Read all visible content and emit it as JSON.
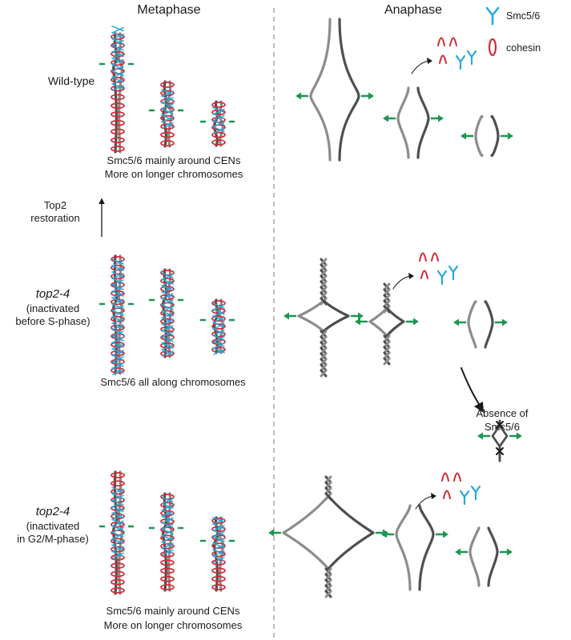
{
  "headers": {
    "metaphase": "Metaphase",
    "anaphase": "Anaphase"
  },
  "legend": {
    "smc": "Smc5/6",
    "cohesin": "cohesin"
  },
  "rows": {
    "wt": {
      "label": "Wild-type",
      "caption1": "Smc5/6 mainly around CENs",
      "caption2": "More on longer chromosomes"
    },
    "restoration": {
      "line1": "Top2",
      "line2": "restoration"
    },
    "s": {
      "label": "top2-4",
      "sub1": "(inactivated",
      "sub2": "before S-phase)",
      "caption": "Smc5/6 all along chromosomes",
      "absence1": "Absence of",
      "absence2": "Smc5/6"
    },
    "g2": {
      "label": "top2-4",
      "sub1": "(inactivated",
      "sub2": "in G2/M-phase)",
      "caption1": "Smc5/6 mainly around CENs",
      "caption2": "More on longer chromosomes"
    }
  },
  "colors": {
    "chromatidDark": "#4f4f4f",
    "chromatidLight": "#8c8c8c",
    "cohesin": "#d42a35",
    "smc": "#29a9d6",
    "arrow": "#1a9650",
    "divider": "#9a9a9a"
  }
}
